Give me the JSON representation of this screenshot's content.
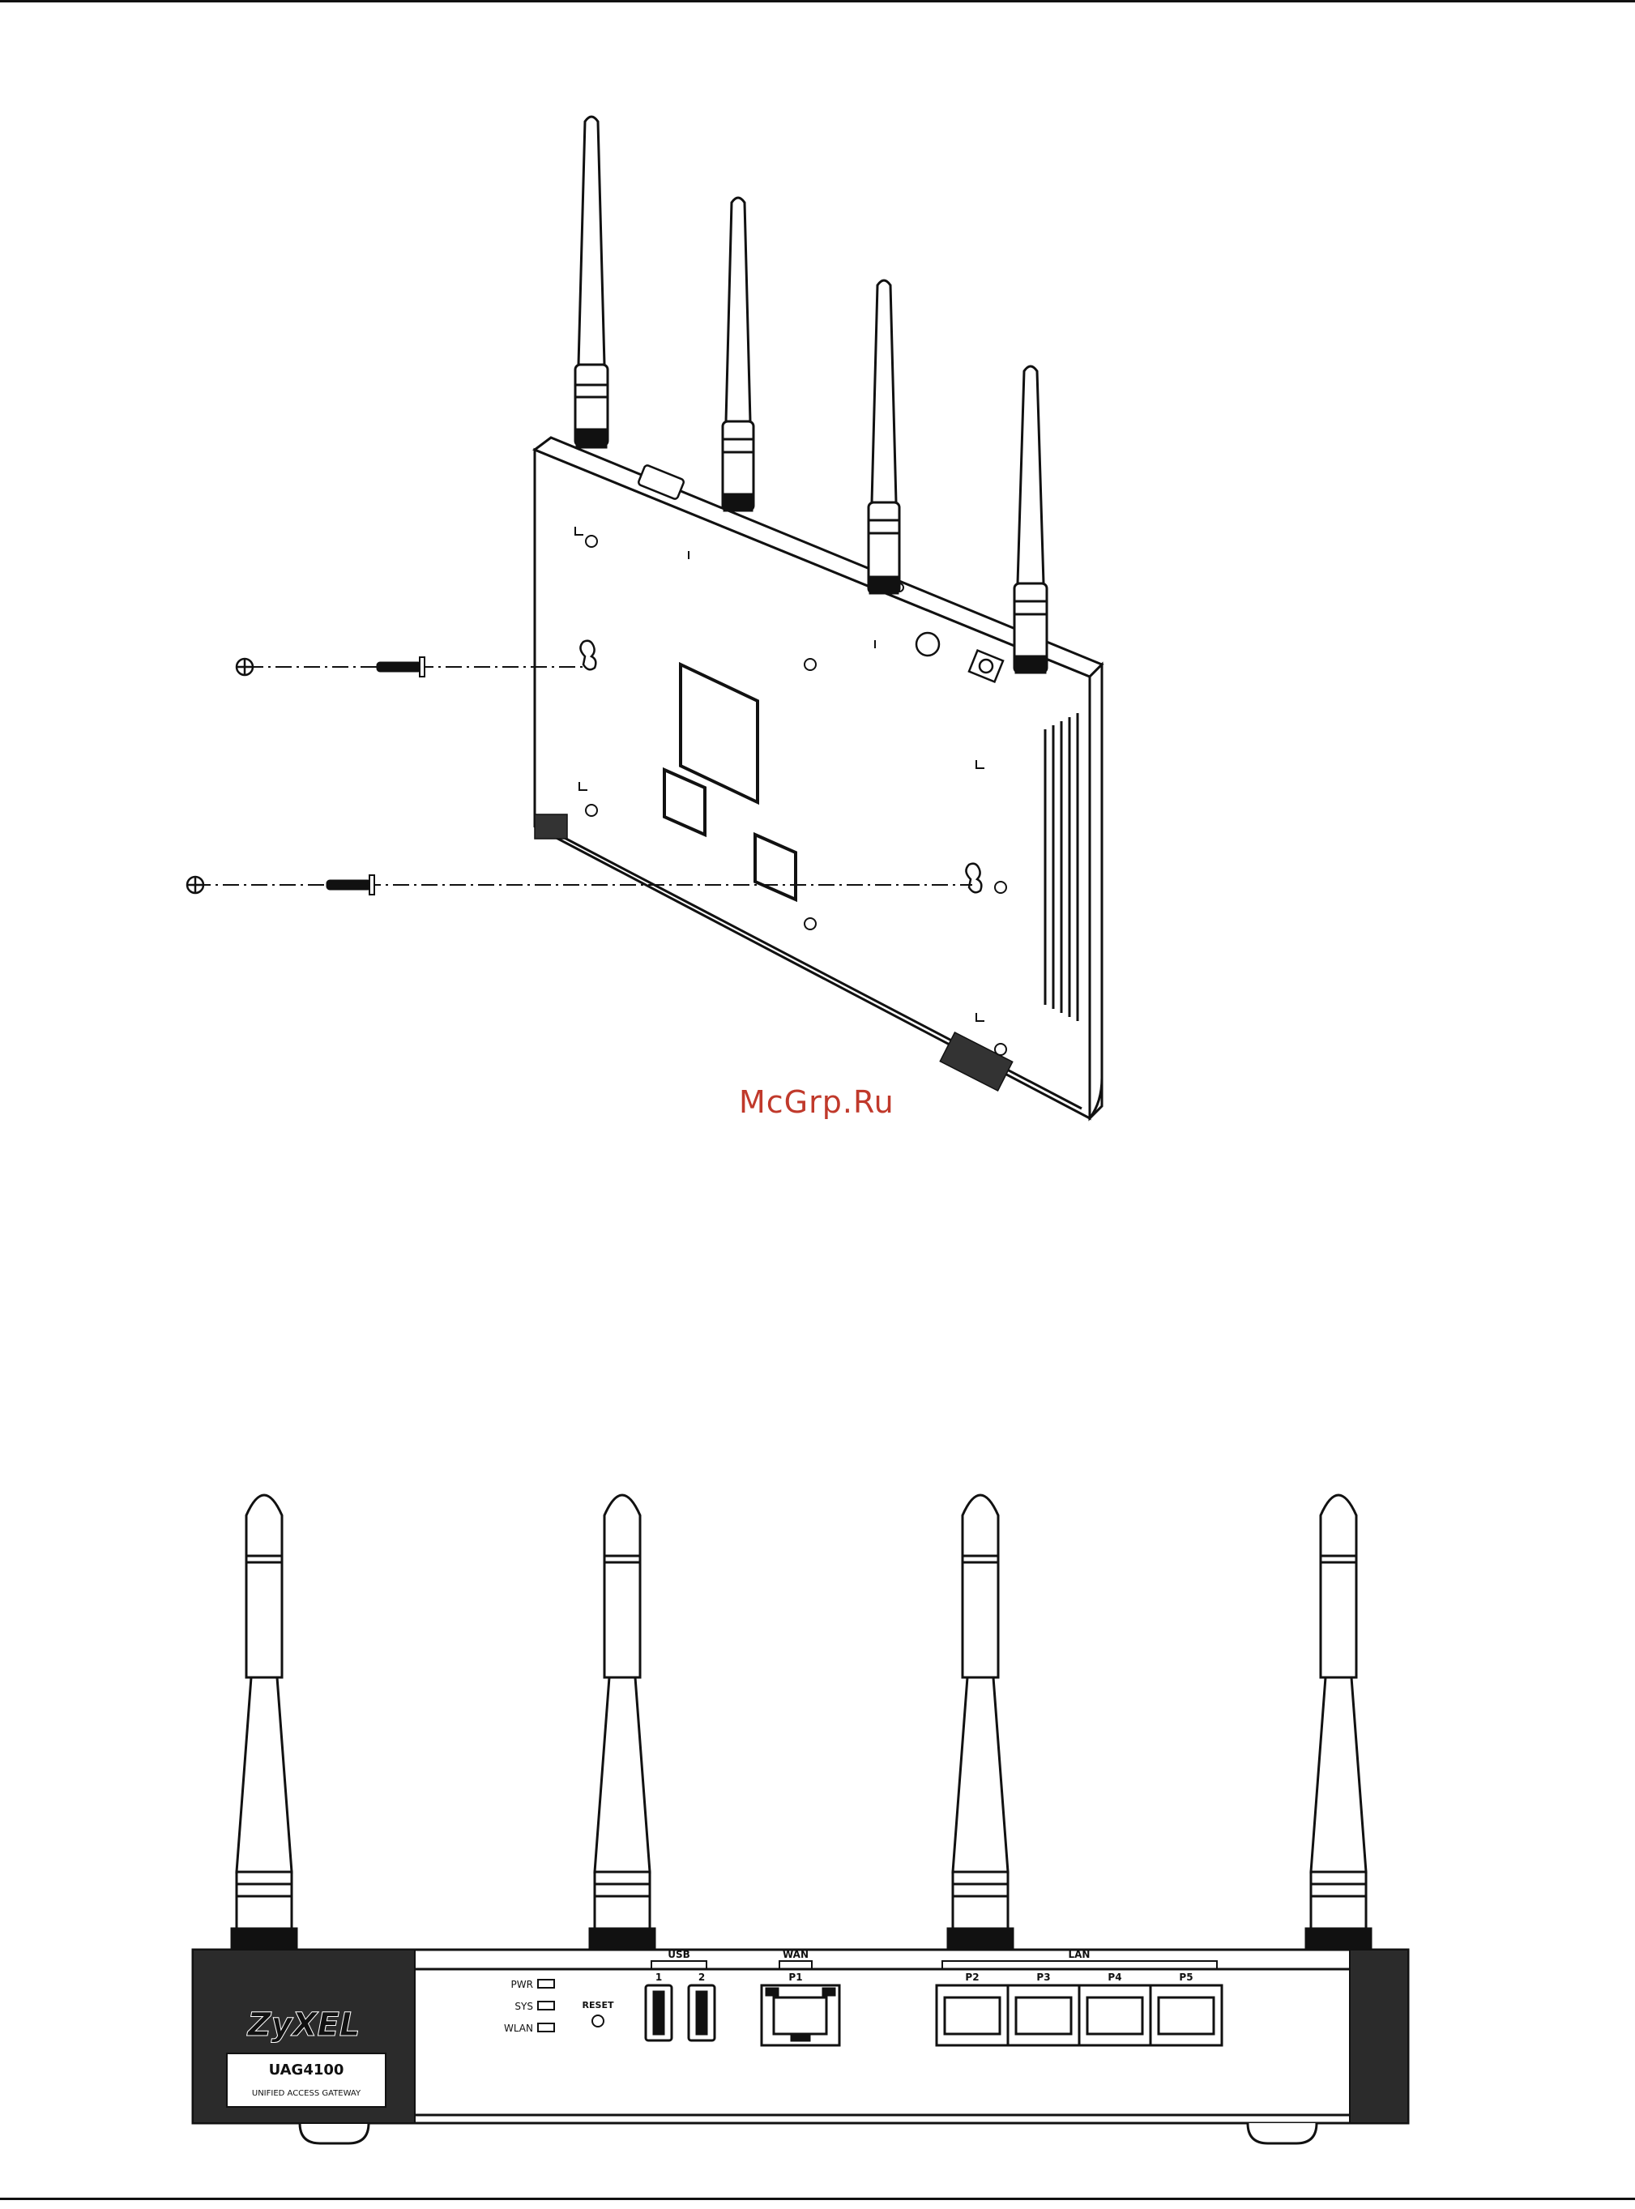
{
  "watermark": "McGrp.Ru",
  "device": {
    "brand_logo": "ZyXEL",
    "model": "UAG4100",
    "subtitle": "UNIFIED ACCESS GATEWAY"
  },
  "leds": [
    {
      "label": "PWR"
    },
    {
      "label": "SYS"
    },
    {
      "label": "WLAN"
    }
  ],
  "reset_label": "RESET",
  "usb": {
    "group_label": "USB",
    "ports": [
      "1",
      "2"
    ]
  },
  "wan": {
    "group_label": "WAN",
    "port": "P1"
  },
  "lan": {
    "group_label": "LAN",
    "ports": [
      "P2",
      "P3",
      "P4",
      "P5"
    ]
  },
  "icons": [
    "screw-icon",
    "wall-anchor-icon",
    "antenna-icon",
    "ethernet-port-icon",
    "usb-port-icon",
    "led-icon"
  ],
  "colors": {
    "line": "#111111",
    "watermark": "#c0392b",
    "background": "#ffffff"
  }
}
